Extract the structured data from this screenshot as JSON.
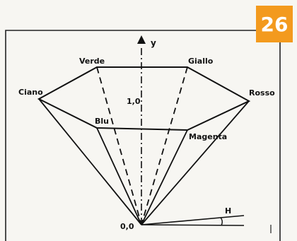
{
  "page_number": "26",
  "axis": {
    "y_label": "y",
    "unit_value": "1,0",
    "origin_label": "0,0",
    "angle_label": "H"
  },
  "vertices": {
    "cyan": "Ciano",
    "green": "Verde",
    "yellow": "Giallo",
    "red": "Rosso",
    "blue": "Blu",
    "magenta": "Magenta"
  },
  "colors": {
    "badge": "#f39a1e",
    "line": "#111111",
    "background": "#f7f6f2"
  }
}
